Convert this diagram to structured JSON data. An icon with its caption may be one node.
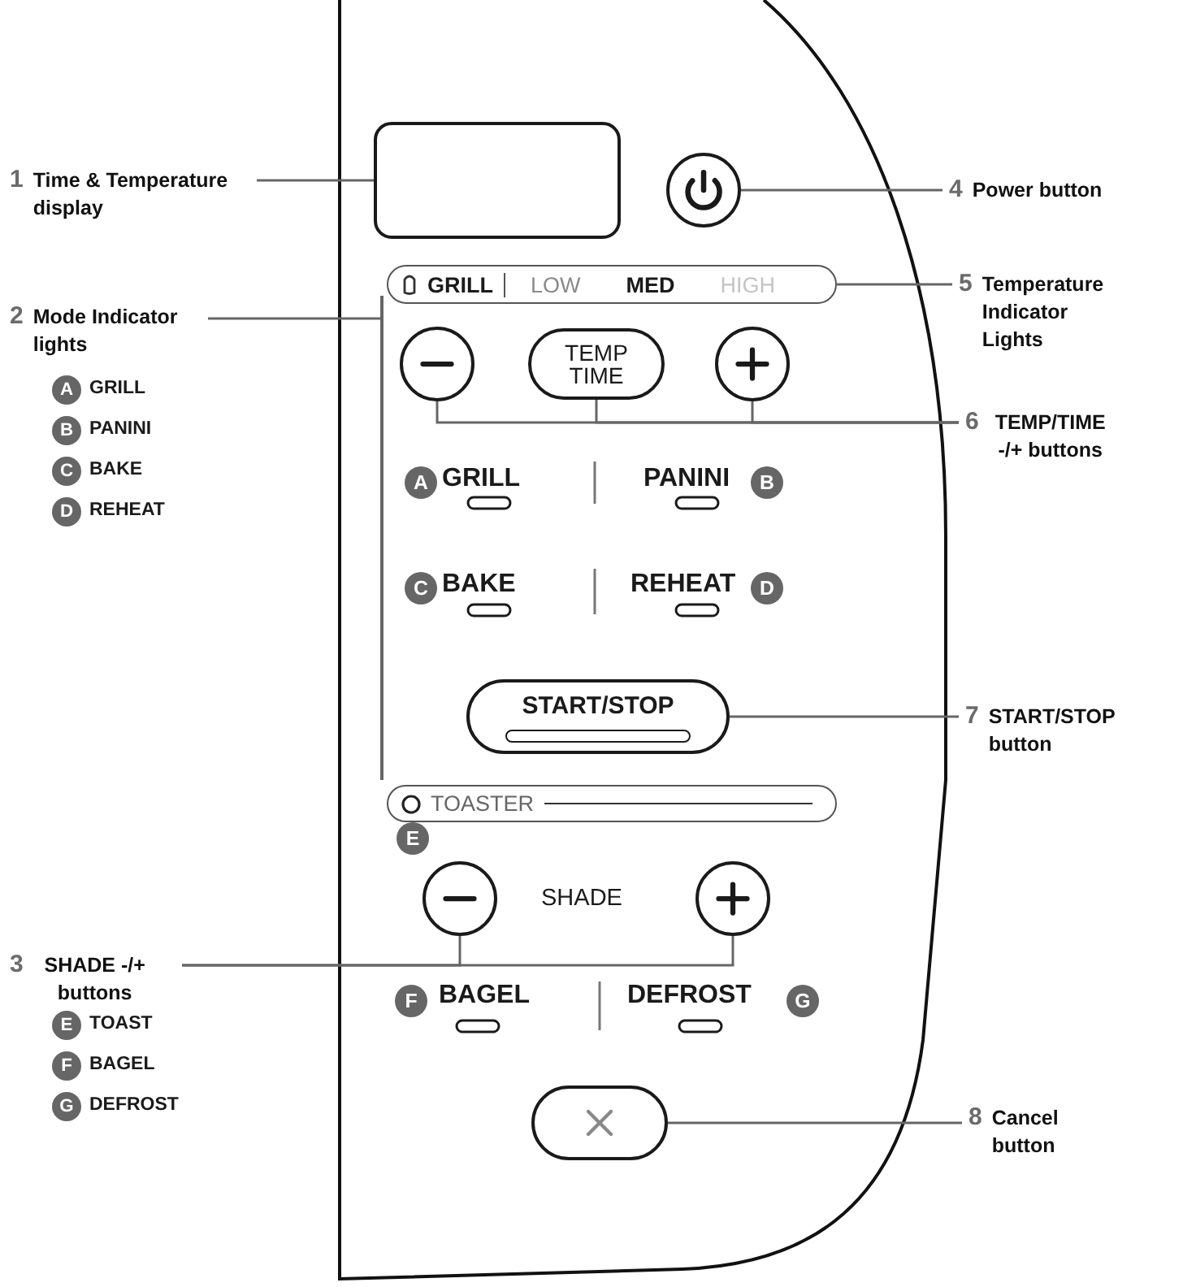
{
  "diagram": {
    "nodes": [
      {
        "text": [],
        "shape": "box"
      },
      {
        "text": [
          "1",
          "Time & Temperature display"
        ]
      },
      {
        "text": [],
        "shape": "box",
        "in": 0
      },
      {
        "text": [],
        "shape": "circle",
        "in": 0
      },
      {
        "text": [
          "4",
          "Power button"
        ]
      },
      {
        "text": [
          "GRILL",
          "LOW",
          "MED",
          "HIGH"
        ],
        "in": 0
      },
      {
        "text": [
          "5",
          "Temperature Indicator Lights"
        ]
      },
      {
        "text": [
          "2",
          "Mode Indicator lights"
        ]
      },
      {
        "text": [],
        "shape": "circle",
        "in": 0
      },
      {
        "text": [
          "TEMP TIME"
        ],
        "in": 0
      },
      {
        "text": [],
        "shape": "circle",
        "in": 0
      },
      {
        "text": [
          "6",
          "TEMP/TIME -/+ buttons"
        ]
      },
      {
        "text": [
          "START/STOP"
        ],
        "in": 0
      },
      {
        "text": [
          "7",
          "START/STOP button"
        ]
      },
      {
        "text": [
          "TOASTER"
        ],
        "in": 0
      },
      {
        "text": [],
        "shape": "circle",
        "in": 0
      },
      {
        "text": [],
        "shape": "circle",
        "in": 0
      },
      {
        "text": [
          "3",
          "SHADE -/+ buttons"
        ]
      },
      {
        "text": [],
        "shape": "box",
        "in": 0
      },
      {
        "text": [
          "8",
          "Cancel button"
        ]
      },
      {
        "text": [],
        "shape": "bar",
        "in": 0
      }
    ],
    "edges": [
      {
        "from": 1,
        "to": 2,
        "arrow": "none"
      },
      {
        "from": 4,
        "to": 3,
        "arrow": "none"
      },
      {
        "from": 6,
        "to": 5,
        "arrow": "none"
      },
      {
        "from": 7,
        "to": 20,
        "arrow": "none"
      },
      {
        "from": 11,
        "to": 8,
        "arrow": "none"
      },
      {
        "from": 11,
        "to": 9,
        "arrow": "none"
      },
      {
        "from": 11,
        "to": 10,
        "arrow": "none"
      },
      {
        "from": 13,
        "to": 12,
        "arrow": "none"
      },
      {
        "from": 17,
        "to": 15,
        "arrow": "none"
      },
      {
        "from": 17,
        "to": 16,
        "arrow": "none"
      },
      {
        "from": 19,
        "to": 18,
        "arrow": "none"
      }
    ],
    "labels": [
      "A",
      "GRILL",
      "B",
      "PANINI",
      "C",
      "BAKE",
      "D",
      "REHEAT",
      "A",
      "GRILL",
      "PANINI",
      "B",
      "C",
      "BAKE",
      "REHEAT",
      "D",
      "E",
      "SHADE",
      "F",
      "BAGEL",
      "DEFROST",
      "G",
      "E",
      "TOAST",
      "F",
      "BAGEL",
      "G",
      "DEFROST"
    ]
  }
}
